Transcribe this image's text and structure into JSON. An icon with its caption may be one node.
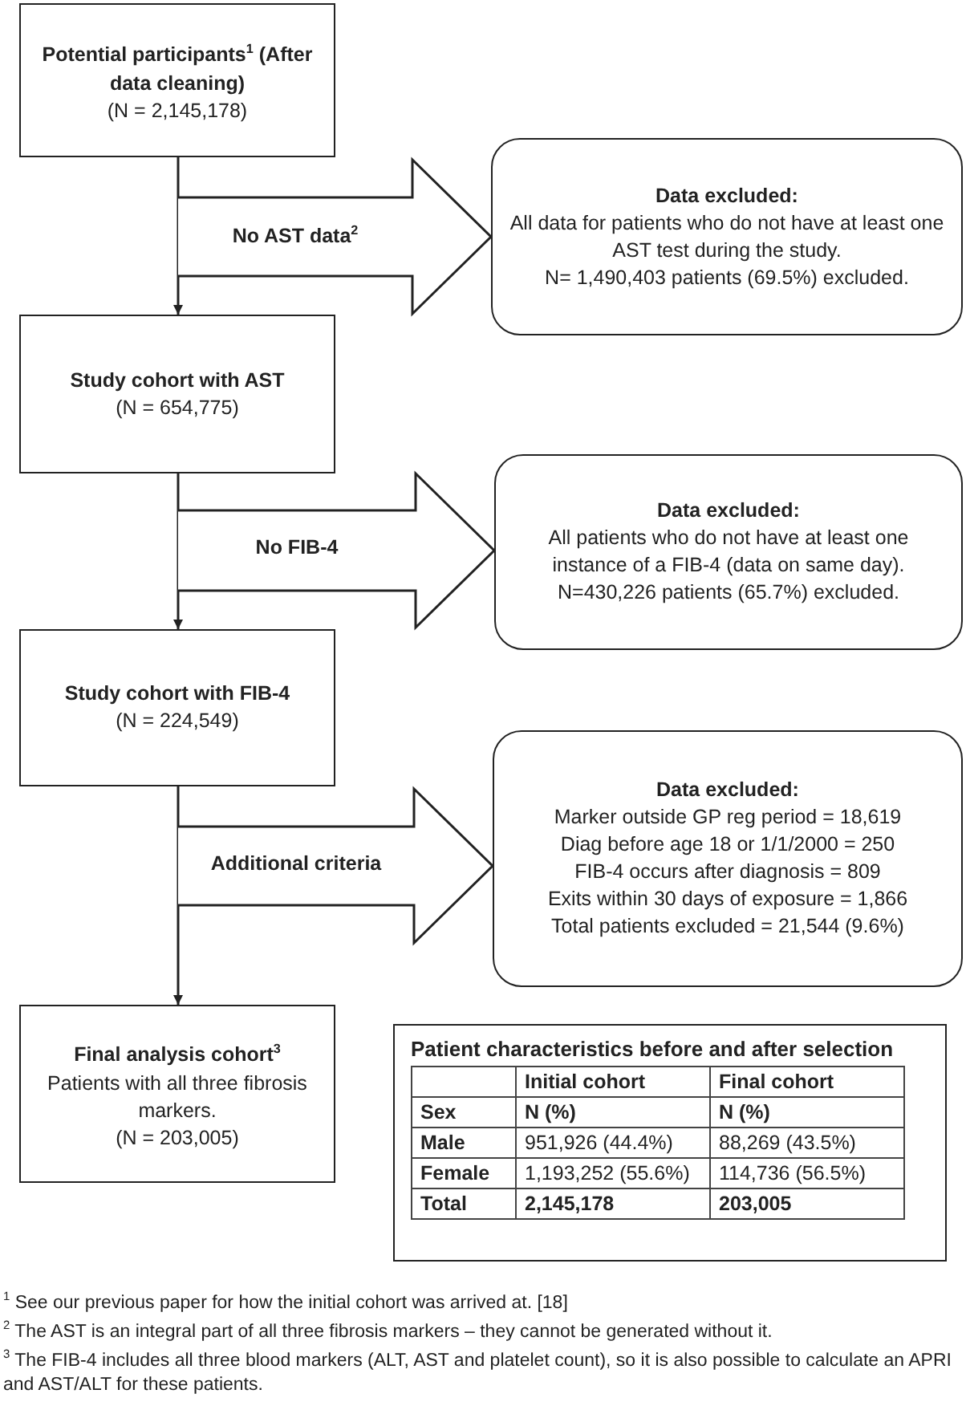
{
  "diagram": {
    "nodes": [
      {
        "text": [
          "Potential participants$^{1}$ (After data cleaning)",
          "(N = 2,145,178)"
        ]
      },
      {
        "text": [
          "Data excluded:",
          "All data for patients who do not have at least one AST test during the study.",
          "N= 1,490,403 patients (69.5%) excluded."
        ]
      },
      {
        "text": [
          "Study cohort with AST",
          "(N = 654,775)"
        ]
      },
      {
        "text": [
          "Data excluded:",
          "All patients who do not have at least one instance of a FIB-4 (data on same day).",
          "N=430,226 patients (65.7%) excluded."
        ]
      },
      {
        "text": [
          "Study cohort with FIB-4",
          "(N = 224,549)"
        ]
      },
      {
        "text": [
          "Data excluded:",
          "Marker outside GP reg period = 18,619",
          "Diag before age 18 or 1/1/2000  = 250",
          "FIB-4 occurs after diagnosis = 809",
          "Exits within 30 days of exposure = 1,866",
          "Total patients excluded = 21,544 (9.6%)"
        ]
      },
      {
        "text": [
          "Final analysis cohort$^{3}$",
          "Patients with all three fibrosis markers.",
          "(N = 203,005)"
        ]
      },
      {
        "text": [
          "Patient characteristics before and after selection"
        ]
      }
    ],
    "edges": [
      {
        "from": 0,
        "to": 2,
        "arrow": "to"
      },
      {
        "from": null,
        "to": 1,
        "arrow": "to",
        "label": "No AST data$^{2}$",
        "style": "thick"
      },
      {
        "from": 2,
        "to": 4,
        "arrow": "to"
      },
      {
        "from": null,
        "to": 3,
        "arrow": "to",
        "label": "No FIB-4",
        "style": "thick"
      },
      {
        "from": 4,
        "to": 6,
        "arrow": "to"
      },
      {
        "from": null,
        "to": 5,
        "arrow": "to",
        "label": "Additional criteria",
        "style": "thick"
      }
    ],
    "labels": [
      "Initial cohort",
      "Final cohort",
      "Sex",
      "N (%)",
      "N (%)",
      "Male",
      "951,926 (44.4%)",
      "88,269 (43.5%)",
      "Female",
      "1,193,252 (55.6%)",
      "114,736 (56.5%)",
      "Total",
      "2,145,178",
      "203,005",
      "$^{1}$ See our previous paper for how the initial cohort was arrived at. [18]",
      "$^{2}$ The AST is an integral part of all three fibrosis markers – they cannot be generated without it.",
      "$^{3}$ The FIB-4 includes all three blood markers (ALT, AST and platelet count), so it is also possible to calculate an APRI and AST/ALT for these patients."
    ]
  }
}
